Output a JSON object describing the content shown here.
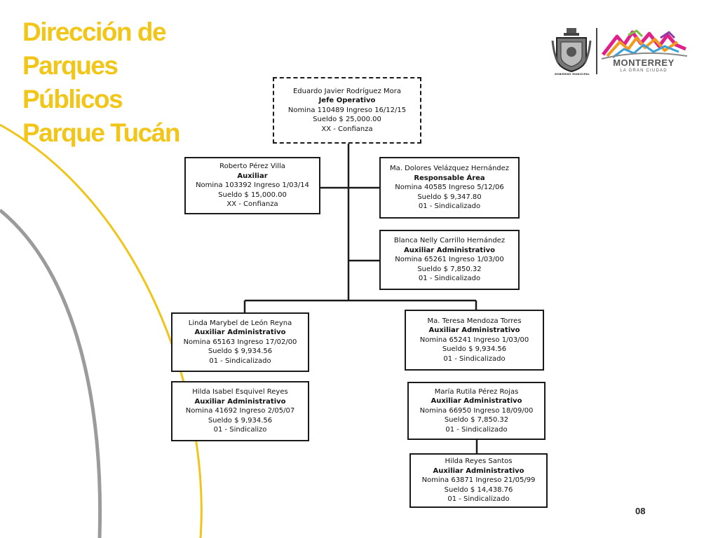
{
  "title_lines": [
    "Dirección de",
    "Parques",
    "Públicos",
    "Parque Tucán"
  ],
  "logos": {
    "escudo_caption": "GOBIERNO MUNICIPAL",
    "monterrey_name": "MONTERREY",
    "monterrey_tagline": "LA GRAN CIUDAD"
  },
  "page_number": "08",
  "colors": {
    "title": "#f2c619",
    "arc_yellow": "#f0c419",
    "arc_gray": "#9b9b9b",
    "line": "#1a1a1a"
  },
  "org": {
    "jefe": {
      "name": "Eduardo Javier Rodríguez Mora",
      "role": "Jefe Operativo",
      "nomina": "Nomina 110489 Ingreso 16/12/15",
      "sueldo": "Sueldo $ 25,000.00",
      "tipo": "XX -   Confianza"
    },
    "roberto": {
      "name": "Roberto Pérez Villa",
      "role": "Auxiliar",
      "nomina": "Nomina 103392 Ingreso 1/03/14",
      "sueldo": "Sueldo $ 15,000.00",
      "tipo": "XX - Confianza"
    },
    "dolores": {
      "name": "Ma. Dolores Velázquez Hernández",
      "role": "Responsable  Área",
      "nomina": "Nomina 40585 Ingreso 5/12/06",
      "sueldo": "Sueldo $ 9,347.80",
      "tipo": "01 - Sindicalizado"
    },
    "blanca": {
      "name": "Blanca Nelly Carrillo Hernández",
      "role": "Auxiliar Administrativo",
      "nomina": "Nomina 65261 Ingreso 1/03/00",
      "sueldo": "Sueldo $ 7,850.32",
      "tipo": "01 - Sindicalizado"
    },
    "linda": {
      "name": "Linda Marybel de León Reyna",
      "role": "Auxiliar Administrativo",
      "nomina": "Nomina 65163 Ingreso 17/02/00",
      "sueldo": "Sueldo $ 9,934.56",
      "tipo": "01 - Sindicalizado"
    },
    "teresa": {
      "name": "Ma. Teresa Mendoza Torres",
      "role": "Auxiliar Administrativo",
      "nomina": "Nomina 65241  Ingreso 1/03/00",
      "sueldo": "Sueldo $ 9,934.56",
      "tipo": "01 -  Sindicalizado"
    },
    "hilda_isabel": {
      "name": "Hilda Isabel Esquivel Reyes",
      "role": "Auxiliar Administrativo",
      "nomina": "Nomina 41692 Ingreso 2/05/07",
      "sueldo": "Sueldo $ 9,934.56",
      "tipo": "01 - Sindicalizo"
    },
    "maria_rutila": {
      "name": "María Rutila Pérez Rojas",
      "role": "Auxiliar Administrativo",
      "nomina": "Nomina 66950 Ingreso 18/09/00",
      "sueldo": "Sueldo $ 7,850.32",
      "tipo": "01 - Sindicalizado"
    },
    "hilda_reyes": {
      "name": "Hilda Reyes Santos",
      "role": "Auxiliar Administrativo",
      "nomina": "Nomina 63871  Ingreso 21/05/99",
      "sueldo": "Sueldo $ 14,438.76",
      "tipo": "01 -  Sindicalizado"
    }
  }
}
